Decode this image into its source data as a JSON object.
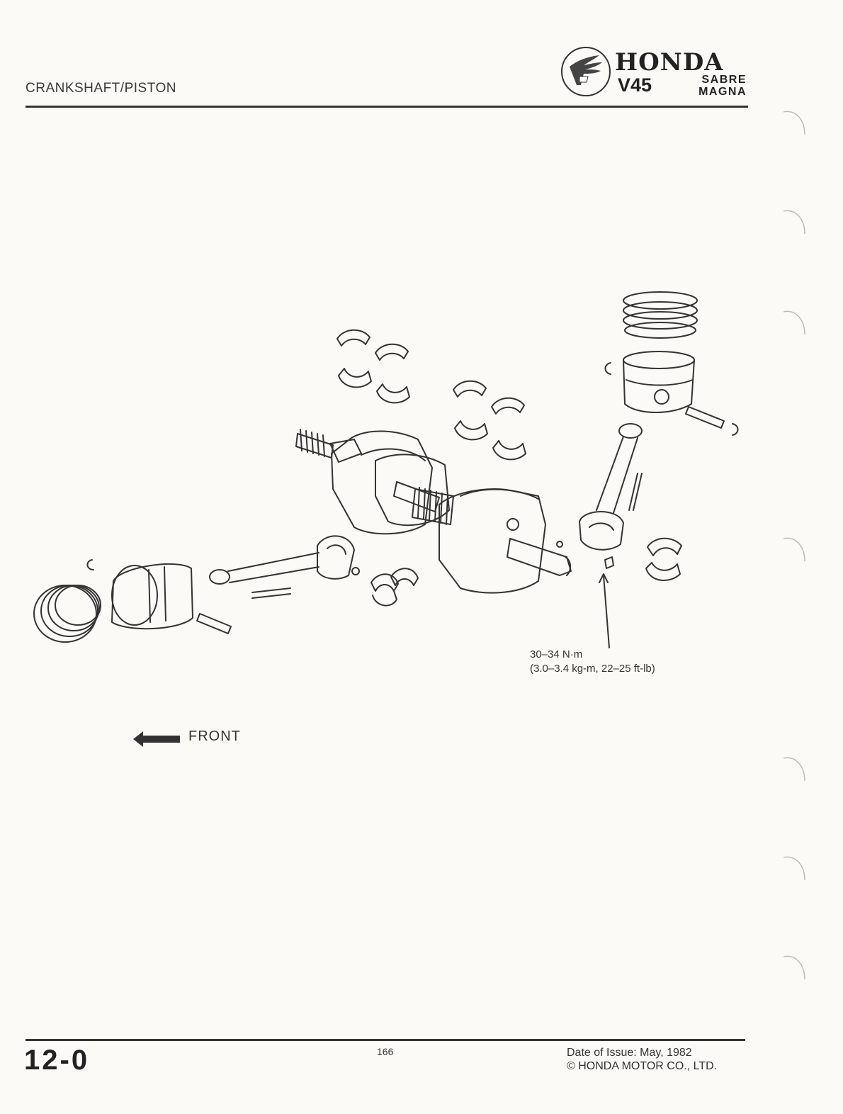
{
  "header": {
    "section_title": "CRANKSHAFT/PISTON",
    "brand": "HONDA",
    "model": "V45",
    "variant_top": "SABRE",
    "variant_bottom": "MAGNA"
  },
  "diagram": {
    "torque_line1": "30–34 N·m",
    "torque_line2": "(3.0–3.4 kg-m, 22–25 ft-lb)",
    "direction_label": "FRONT"
  },
  "footer": {
    "section_number": "12-0",
    "page_number": "166",
    "issue_date": "Date of Issue: May, 1982",
    "copyright": "© HONDA MOTOR CO., LTD."
  }
}
